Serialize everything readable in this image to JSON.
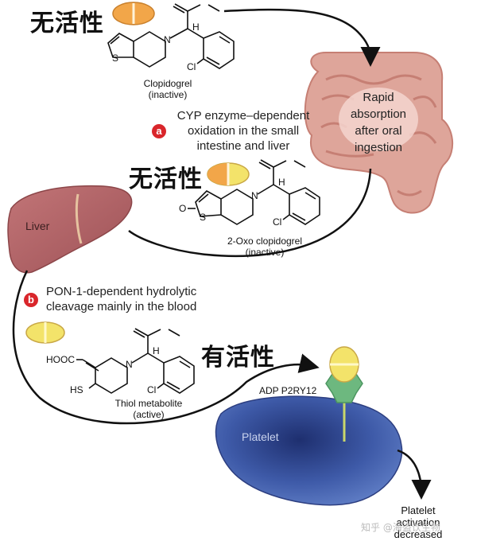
{
  "labels": {
    "inactive_cn_1": "无活性",
    "inactive_cn_2": "无活性",
    "active_cn": "有活性",
    "clopidogrel_name": "Clopidogrel",
    "clopidogrel_state": "(inactive)",
    "oxo_name": "2-Oxo clopidogrel",
    "oxo_state": "(inactive)",
    "thiol_name": "Thiol metabolite",
    "thiol_state": "(active)",
    "absorption": "Rapid absorption after oral ingestion",
    "liver": "Liver",
    "platelet": "Platelet",
    "receptor": "ADP P2RY12",
    "outcome": "Platelet activation decreased",
    "watermark": "知乎 @海盗饮生物"
  },
  "steps": {
    "a_marker": "a",
    "a_text": "CYP enzyme–dependent oxidation in the small intestine and liver",
    "b_marker": "b",
    "b_text": "PON-1-dependent hydrolytic cleavage mainly in the blood"
  },
  "chem": {
    "cl1": "Cl",
    "cl2": "Cl",
    "cl3": "Cl",
    "h1": "H",
    "h2": "H",
    "h3": "H",
    "n1": "N",
    "n2": "N",
    "n3": "N",
    "s1": "S",
    "s2": "S",
    "s3": "S",
    "o_keto": "O",
    "hooc": "HOOC",
    "hs": "HS"
  },
  "colors": {
    "intestine": "#dea59a",
    "liver": "#b5676b",
    "platelet": "#3f5aa6",
    "receptor": "#6db87f",
    "pill_orange": "#f2a649",
    "pill_yellow": "#f3e36a",
    "marker_red": "#d9262b"
  }
}
